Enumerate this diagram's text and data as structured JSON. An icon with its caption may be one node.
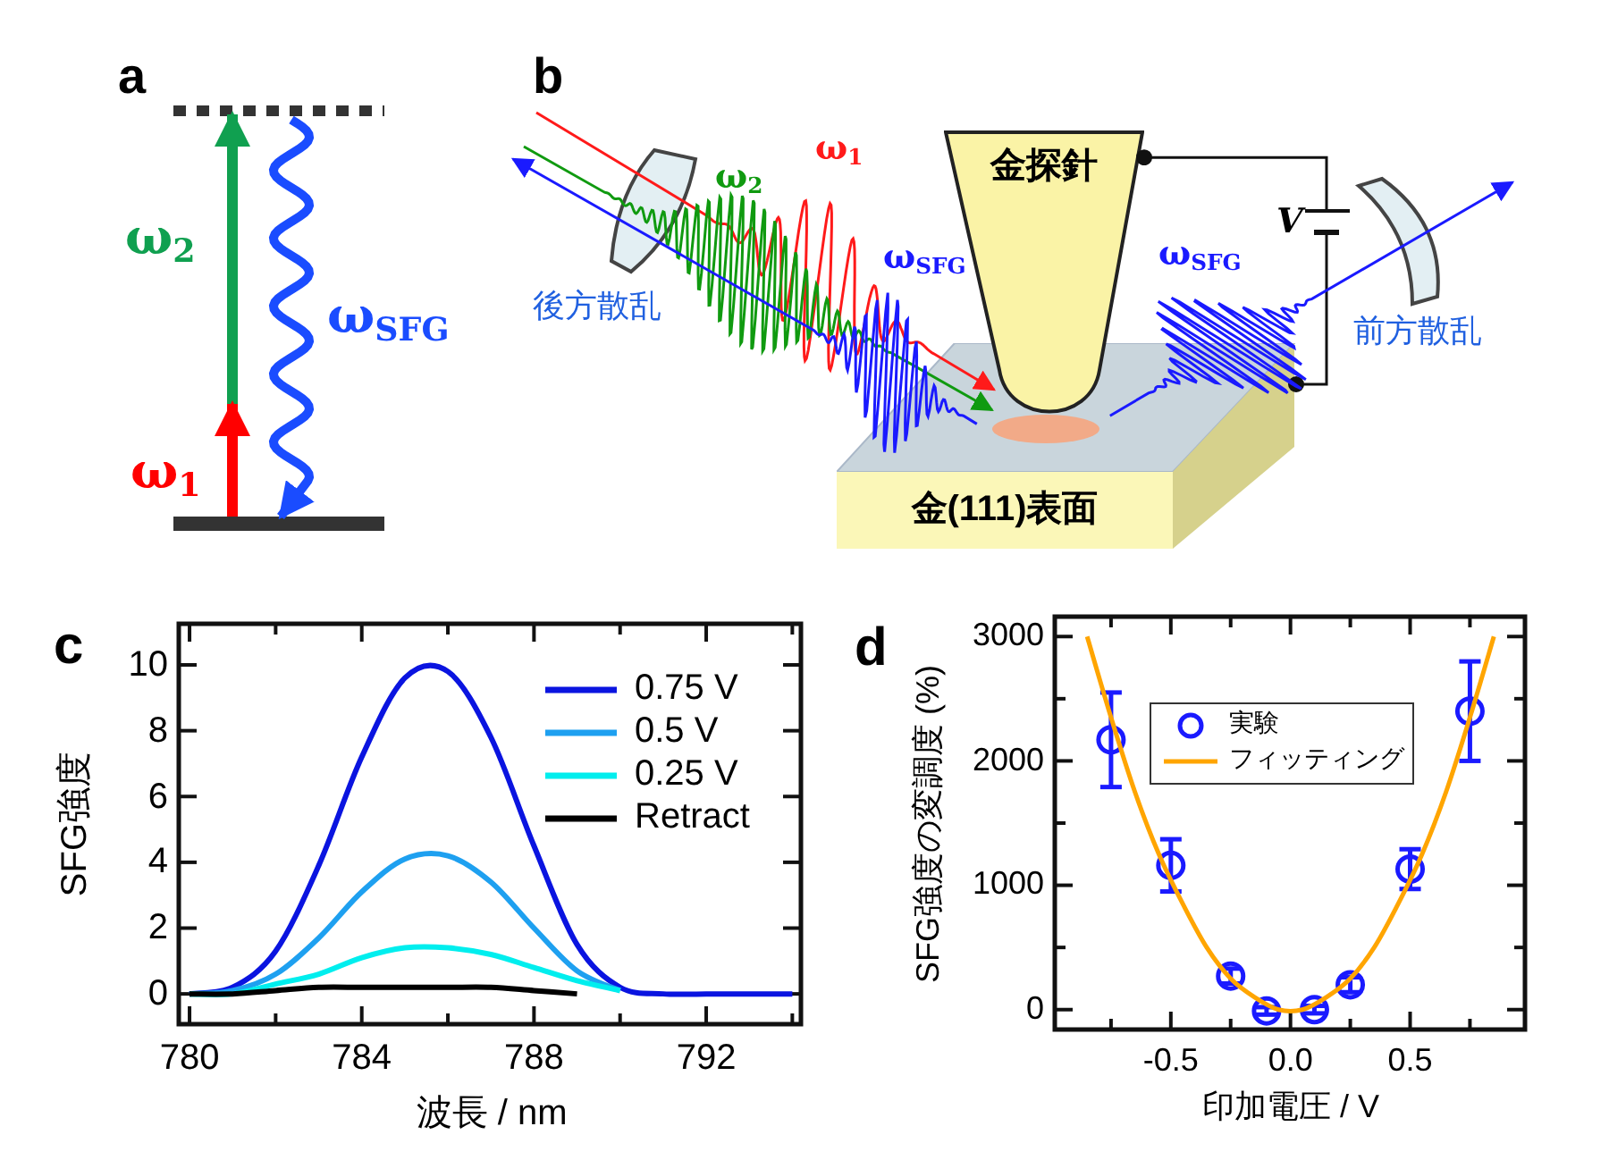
{
  "diagram": {
    "nodes": [
      {
        "text": [
          "金探針"
        ]
      },
      {
        "text": [
          "金(111)表面"
        ]
      }
    ],
    "edges": [
      {
        "from": 0,
        "to": 1,
        "arrow": "other",
        "label": "V",
        "color": "#111111"
      },
      {
        "from": null,
        "to": 0,
        "arrow": "to",
        "color": "#ff1a1a"
      },
      {
        "from": null,
        "to": 0,
        "arrow": "to",
        "color": "#109a10"
      },
      {
        "from": 1,
        "to": null,
        "arrow": "to",
        "color": "#1a1aff"
      },
      {
        "from": 1,
        "to": null,
        "arrow": "to",
        "color": "#1a1aff"
      }
    ],
    "labels": [
      "a",
      "ω$_{2}$",
      "ω$_{SFG}$",
      "ω$_{1}$",
      "b",
      "ω$_{2}$",
      "ω$_{1}$",
      "ω$_{SFG}$",
      "ω$_{SFG}$",
      "後方散乱",
      "前方散乱",
      "c",
      "d"
    ],
    "chart_data": [
      {
        "type": "line",
        "xlabel": "波長 / nm",
        "ylabel": "SFG強度",
        "x": [
          780,
          781,
          782,
          783,
          784,
          785,
          786,
          787,
          788,
          789,
          790,
          791,
          792,
          793,
          794
        ],
        "legend": "upper right",
        "xlim": [
          779.75,
          794.2
        ],
        "ylim": [
          -0.92,
          11.25
        ],
        "xticks": [
          780,
          784,
          788,
          792
        ],
        "yticks": [
          0,
          2,
          4,
          6,
          8,
          10
        ],
        "series": [
          {
            "name": "0.75 V",
            "color": "#0a14e0",
            "values": [
              0,
              0.2,
              1.3,
              3.9,
              7.2,
              9.6,
              9.8,
              7.8,
              4.5,
              1.5,
              0.2,
              0,
              0,
              0,
              0
            ]
          },
          {
            "name": "0.5 V",
            "color": "#1ea0f0",
            "values": [
              0,
              0.1,
              0.6,
              1.7,
              3.1,
              4.1,
              4.2,
              3.4,
              2.0,
              0.7,
              0.1,
              null,
              null,
              null,
              null
            ]
          },
          {
            "name": "0.25 V",
            "color": "#00eeee",
            "values": [
              0,
              0,
              0.3,
              0.6,
              1.1,
              1.4,
              1.4,
              1.2,
              0.8,
              0.4,
              0.1,
              null,
              null,
              null,
              null
            ]
          },
          {
            "name": "Retract",
            "color": "#000000",
            "values": [
              0,
              0,
              0.1,
              0.2,
              0.2,
              0.2,
              0.2,
              0.2,
              0.1,
              0,
              null,
              null,
              null,
              null,
              null
            ]
          }
        ]
      },
      {
        "type": "scatter",
        "xlabel": "印加電圧 / V",
        "ylabel": "SFG強度の変調度 (%)",
        "legend": "upper center",
        "xlim": [
          -0.985,
          0.98
        ],
        "ylim": [
          -160,
          3160
        ],
        "xticks": [
          {
            "value": -0.5,
            "label": "-0.5"
          },
          {
            "value": 0,
            "label": "0.0"
          },
          {
            "value": 0.5,
            "label": "0.5"
          }
        ],
        "yticks": [
          0,
          1000,
          2000,
          3000
        ],
        "series": [
          {
            "name": "実験",
            "color": "#1a1aff",
            "x": [
              -0.75,
              -0.5,
              -0.25,
              -0.1,
              0.1,
              0.25,
              0.5,
              0.75
            ],
            "values": [
              2170,
              1160,
              270,
              -10,
              0,
              200,
              1130,
              2400
            ],
            "errors": [
              380,
              210,
              60,
              30,
              30,
              60,
              160,
              400
            ]
          },
          {
            "name": "フィッティング",
            "type": "line",
            "color": "#ffa500",
            "x": [
              -0.85,
              -0.75,
              -0.65,
              -0.55,
              -0.45,
              -0.35,
              -0.25,
              -0.15,
              -0.05,
              0.05,
              0.15,
              0.25,
              0.35,
              0.45,
              0.55,
              0.65,
              0.75,
              0.85
            ],
            "values": [
              3000,
              2350,
              1750,
              1250,
              850,
              500,
              250,
              100,
              0,
              0,
              100,
              250,
              500,
              850,
              1250,
              1750,
              2350,
              3000
            ]
          }
        ]
      }
    ]
  }
}
